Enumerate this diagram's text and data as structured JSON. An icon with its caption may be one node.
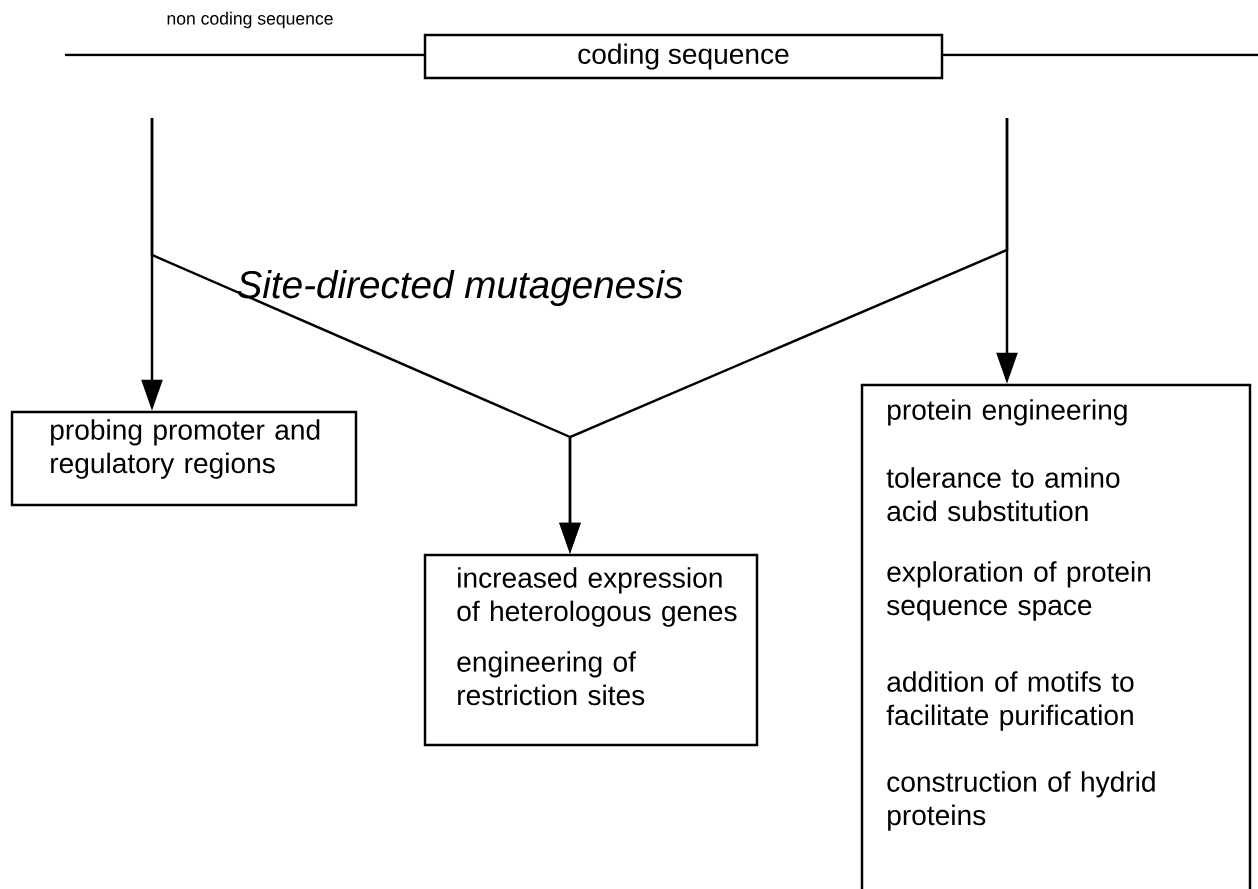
{
  "diagram": {
    "nodes": [
      {
        "text": [
          "coding sequence"
        ]
      },
      {
        "text": [
          "probing promoter and regulatory regions"
        ]
      },
      {
        "text": [
          "increased expression of heterologous genes",
          "engineering of restriction sites"
        ]
      },
      {
        "text": [
          "protein engineering",
          "tolerance to amino acid substitution",
          "exploration of protein sequence space",
          "addition of motifs to facilitate purification",
          "construction of hydrid proteins"
        ]
      }
    ],
    "edges": [
      {
        "from": null,
        "to": 1,
        "arrow": "to"
      },
      {
        "from": null,
        "to": 2,
        "arrow": "to"
      },
      {
        "from": null,
        "to": 3,
        "arrow": "to"
      },
      {
        "from": null,
        "to": 2,
        "arrow": "to"
      }
    ],
    "labels": [
      "non coding sequence",
      "Site-directed mutagenesis"
    ]
  }
}
